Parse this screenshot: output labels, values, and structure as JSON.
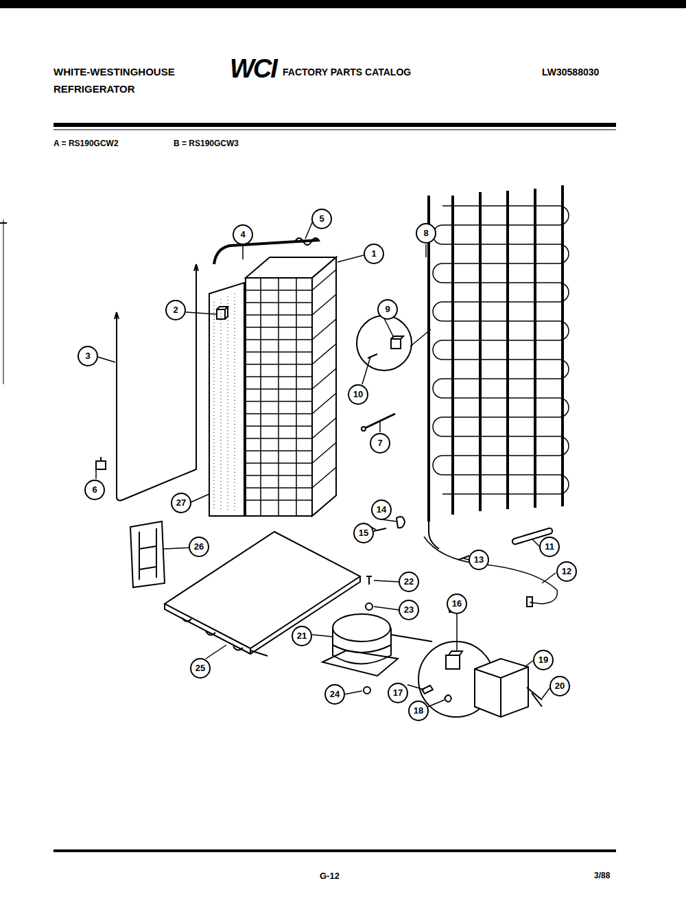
{
  "diagram": {
    "labels": [
      "WHITE-WESTINGHOUSE",
      "REFRIGERATOR",
      "WCI",
      "FACTORY PARTS CATALOG",
      "LW30588030",
      "A = RS190GCW2",
      "B = RS190GCW3",
      "1",
      "2",
      "3",
      "4",
      "5",
      "6",
      "7",
      "8",
      "9",
      "10",
      "11",
      "12",
      "13",
      "14",
      "15",
      "16",
      "17",
      "18",
      "19",
      "20",
      "21",
      "22",
      "23",
      "24",
      "25",
      "26",
      "27",
      "G-12",
      "3/88"
    ]
  }
}
